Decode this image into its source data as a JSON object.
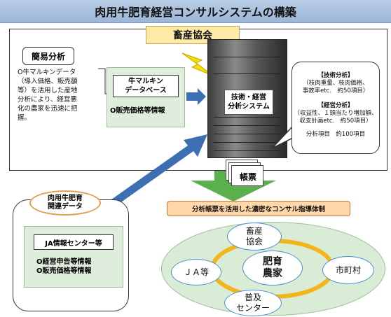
{
  "title": "肉用牛肥育経営コンサルシステムの構築",
  "org_label": "畜産協会",
  "simple_analysis": {
    "label": "簡易分析",
    "description": [
      "O牛マルキンデータ",
      "（導入価格、販売額",
      "等）を活用した産地",
      "分析により、経営悪",
      "化の農家を迅速に把",
      "握。"
    ]
  },
  "database": {
    "name_lines": [
      "牛マルキン",
      "データベース"
    ],
    "price_info": "O販売価格等情報"
  },
  "system": {
    "label_lines": [
      "技術・経営",
      "分析システム"
    ]
  },
  "analysis_bubble": {
    "tech_head": "【技術分析】",
    "tech_lines": [
      "（枝肉重量、枝肉価格、",
      "事故率etc.　約50項目）"
    ],
    "mgmt_head": "【経営分析】",
    "mgmt_lines": [
      "（収益性、１頭当たり増加額、",
      "収支計画etc.　約50項目）"
    ],
    "total": "分析項目　約100項目"
  },
  "report_label": "帳票",
  "guidance_banner": "分析帳票を活用した濃密なコンサル指導体制",
  "data_source": {
    "ellipse_lines": [
      "肉用牛肥育",
      "関連データ"
    ],
    "ja_center": "JA情報センター等",
    "items": [
      "O経営申告等情報",
      "O販売価格等情報"
    ]
  },
  "network": {
    "center": [
      "肥育",
      "農家"
    ],
    "top": [
      "畜産",
      "協会"
    ],
    "left": [
      "ＪＡ等"
    ],
    "right": [
      "市町村"
    ],
    "bottom": [
      "普及",
      "センター"
    ]
  },
  "colors": {
    "title_bg": "#a9c2e0",
    "org_bg": "#ffe9a6",
    "green_panel": "#dfeedc",
    "banner_bg": "#ffd7a8",
    "node_border": "#4a8fd0",
    "ring": "#f2b51a",
    "arrow_blue": "#3d6fb3"
  }
}
